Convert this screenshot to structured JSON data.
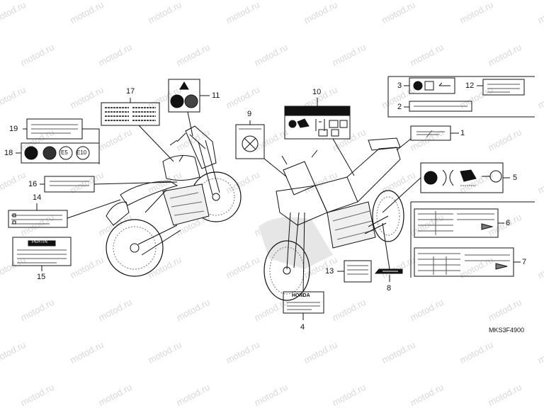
{
  "watermark": "motod.ru",
  "diagram_code": "MKS3F4900",
  "callouts": [
    "1",
    "2",
    "3",
    "4",
    "5",
    "6",
    "7",
    "8",
    "9",
    "10",
    "11",
    "12",
    "13",
    "14",
    "15",
    "16",
    "17",
    "18",
    "19"
  ],
  "label_text": {
    "fuel_e5": "E5",
    "fuel_e10": "E10",
    "maker": "HONDA",
    "header15": "PERTIN"
  }
}
